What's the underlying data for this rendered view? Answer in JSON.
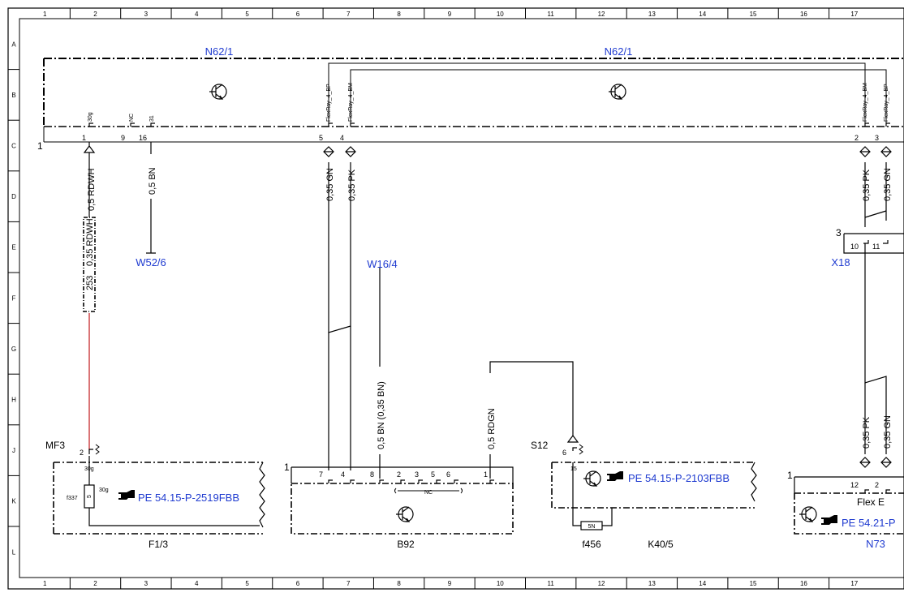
{
  "grid": {
    "columns": [
      "1",
      "2",
      "3",
      "4",
      "5",
      "6",
      "7",
      "8",
      "9",
      "10",
      "11",
      "12",
      "13",
      "14",
      "15",
      "16",
      "17"
    ],
    "rows": [
      "A",
      "B",
      "C",
      "D",
      "E",
      "F",
      "G",
      "H",
      "J",
      "K",
      "L"
    ]
  },
  "modules": {
    "n62_left": "N62/1",
    "n62_right": "N62/1",
    "connector_left_no": "1",
    "pins_left": [
      {
        "num": "1",
        "name": "30g"
      },
      {
        "num": "9",
        "name": "NC"
      },
      {
        "num": "16",
        "name": "31"
      }
    ],
    "pins_mid": [
      {
        "num": "5",
        "name": "FlexRay_4_BP"
      },
      {
        "num": "4",
        "name": "FlexRay_4_BM"
      }
    ],
    "pins_right": [
      {
        "num": "2",
        "name": "FlexRay_4_BM"
      },
      {
        "num": "3",
        "name": "FlexRay_4_BP"
      }
    ]
  },
  "wires": {
    "w1": "0,5 RDWH",
    "w2": "0,35 RDWH",
    "w2_seg": "253",
    "w3": "0,5 BN",
    "w4": "0,35 GN",
    "w5": "0,35 PK",
    "w6": "0,35 PK",
    "w7": "0,35 GN",
    "w8": "0,5 BN (0,35 BN)",
    "w9": "0,5 RDGN",
    "w10": "0,35 PK",
    "w11": "0,35 GN"
  },
  "grounds": {
    "w52": "W52/6",
    "w16": "W16/4"
  },
  "x18": {
    "label": "X18",
    "conn": "3",
    "pin_a": "10",
    "pin_b": "11"
  },
  "f13": {
    "label": "F1/3",
    "splice": "MF3",
    "splice_pin": "2",
    "pin": "30g",
    "fuse_id": "f337",
    "fuse_val": "5",
    "fuse_pin": "30g",
    "ref": "PE 54.15-P-2519FBB"
  },
  "b92": {
    "label": "B92",
    "conn": "1",
    "pins": [
      "7",
      "4",
      "8",
      "2",
      "3",
      "5",
      "6",
      "1"
    ],
    "nc": "NC"
  },
  "k40": {
    "label": "K40/5",
    "splice": "S12",
    "splice_pin": "6",
    "pin": "15",
    "fuse_id": "f456",
    "fuse_val": "5N",
    "ref": "PE 54.15-P-2103FBB"
  },
  "n73": {
    "label": "N73",
    "conn": "1",
    "pin_a": "12",
    "pin_b": "2",
    "name": "Flex E",
    "ref": "PE 54.21-P"
  }
}
